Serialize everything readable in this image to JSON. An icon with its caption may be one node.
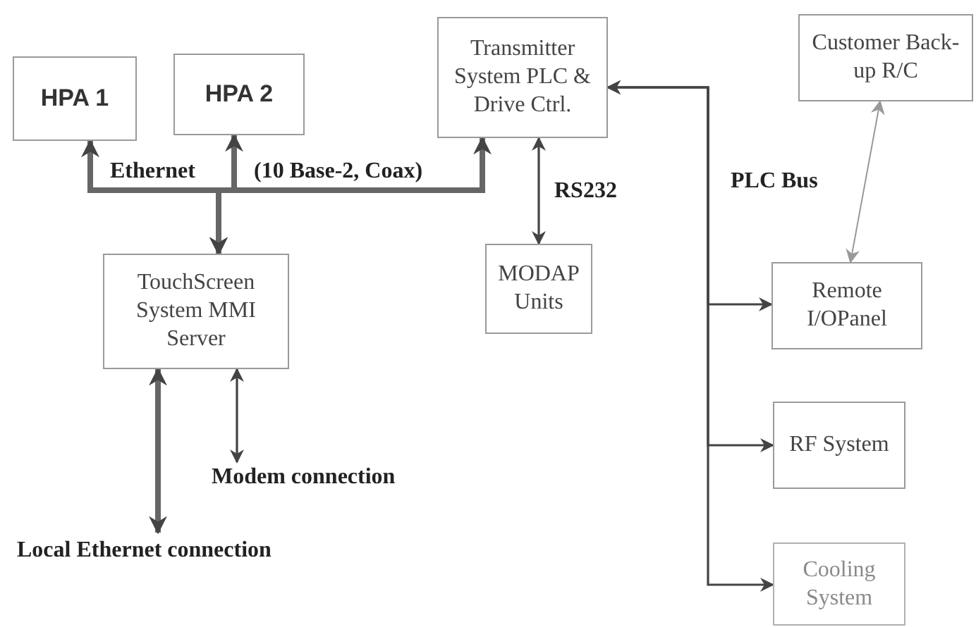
{
  "diagram": {
    "nodes": [
      {
        "text": [
          "HPA 1"
        ]
      },
      {
        "text": [
          "HPA 2"
        ]
      },
      {
        "text": [
          "Transmitter System PLC & Drive Ctrl."
        ]
      },
      {
        "text": [
          "Customer Back-up R/C"
        ]
      },
      {
        "text": [
          "TouchScreen System MMI Server"
        ]
      },
      {
        "text": [
          "MODAP Units"
        ]
      },
      {
        "text": [
          "Remote I/OPanel"
        ]
      },
      {
        "text": [
          "RF System"
        ]
      },
      {
        "text": [
          "Cooling System"
        ]
      },
      {
        "text": [
          "Modem connection"
        ]
      },
      {
        "text": [
          "Local Ethernet connection"
        ]
      }
    ],
    "edges": [
      {
        "from": 4,
        "to": 0,
        "arrow": "both",
        "style": "thick"
      },
      {
        "from": 4,
        "to": 1,
        "arrow": "both",
        "style": "thick"
      },
      {
        "from": 4,
        "to": 2,
        "arrow": "both",
        "style": "thick"
      },
      {
        "from": 2,
        "to": 5,
        "arrow": "both",
        "label": "RS232"
      },
      {
        "from": 2,
        "to": 6,
        "arrow": "both"
      },
      {
        "from": 2,
        "to": 7,
        "arrow": "both"
      },
      {
        "from": 2,
        "to": 8,
        "arrow": "both"
      },
      {
        "from": 3,
        "to": 6,
        "arrow": "both",
        "color": "#999999"
      },
      {
        "from": 4,
        "to": 10,
        "arrow": "both",
        "style": "thick"
      },
      {
        "from": 4,
        "to": 9,
        "arrow": "both"
      }
    ],
    "labels": [
      "Ethernet",
      "(10 Base-2, Coax)",
      "PLC Bus"
    ]
  }
}
